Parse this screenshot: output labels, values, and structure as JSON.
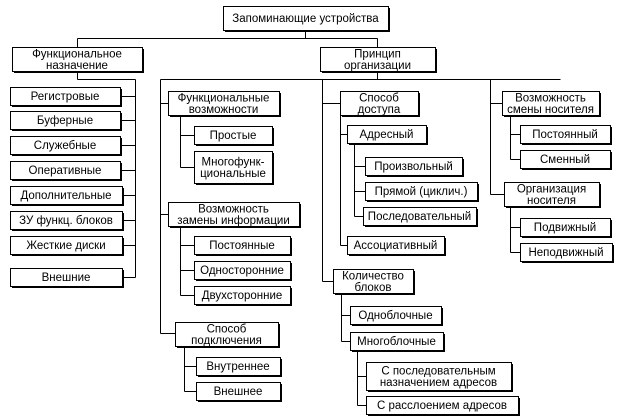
{
  "nodes": {
    "root": [
      "Запоминающие  устройства"
    ],
    "func": [
      "Функциональное",
      "назначение"
    ],
    "principle": [
      "Принцип",
      "организации"
    ],
    "f_reg": [
      "Регистровые"
    ],
    "f_buf": [
      "Буферные"
    ],
    "f_serv": [
      "Служебные"
    ],
    "f_oper": [
      "Оперативные"
    ],
    "f_add": [
      "Дополнительные"
    ],
    "f_zu": [
      "ЗУ функц. блоков"
    ],
    "f_hdd": [
      "Жесткие диски"
    ],
    "f_ext": [
      "Внешние"
    ],
    "fv": [
      "Функциональные",
      "возможности"
    ],
    "fv_simple": [
      "Простые"
    ],
    "fv_multi": [
      "Многофунк-",
      "циональные"
    ],
    "vz": [
      "Возможность",
      "замены информации"
    ],
    "vz_const": [
      "Постоянные"
    ],
    "vz_one": [
      "Односторонние"
    ],
    "vz_two": [
      "Двухсторонние"
    ],
    "sp": [
      "Способ",
      "подключения"
    ],
    "sp_int": [
      "Внутреннее"
    ],
    "sp_ext": [
      "Внешнее"
    ],
    "sd": [
      "Способ",
      "доступа"
    ],
    "sd_addr": [
      "Адресный"
    ],
    "sd_arb": [
      "Произвольный"
    ],
    "sd_direct": [
      "Прямой (циклич.)"
    ],
    "sd_seq": [
      "Последовательный"
    ],
    "sd_assoc": [
      "Ассоциативный"
    ],
    "kb": [
      "Количество",
      "блоков"
    ],
    "kb_one": [
      "Одноблочные"
    ],
    "kb_multi": [
      "Многоблочные"
    ],
    "kb_seqaddr": [
      "С последовательным",
      "назначением адресов"
    ],
    "kb_interleave": [
      "С расслоением адресов"
    ],
    "vsn": [
      "Возможность",
      "смены носителя"
    ],
    "vsn_const": [
      "Постоянный"
    ],
    "vsn_rem": [
      "Сменный"
    ],
    "on": [
      "Организация",
      "носителя"
    ],
    "on_fixed": [
      "Подвижный"
    ],
    "on_mov": [
      "Неподвижный"
    ]
  }
}
